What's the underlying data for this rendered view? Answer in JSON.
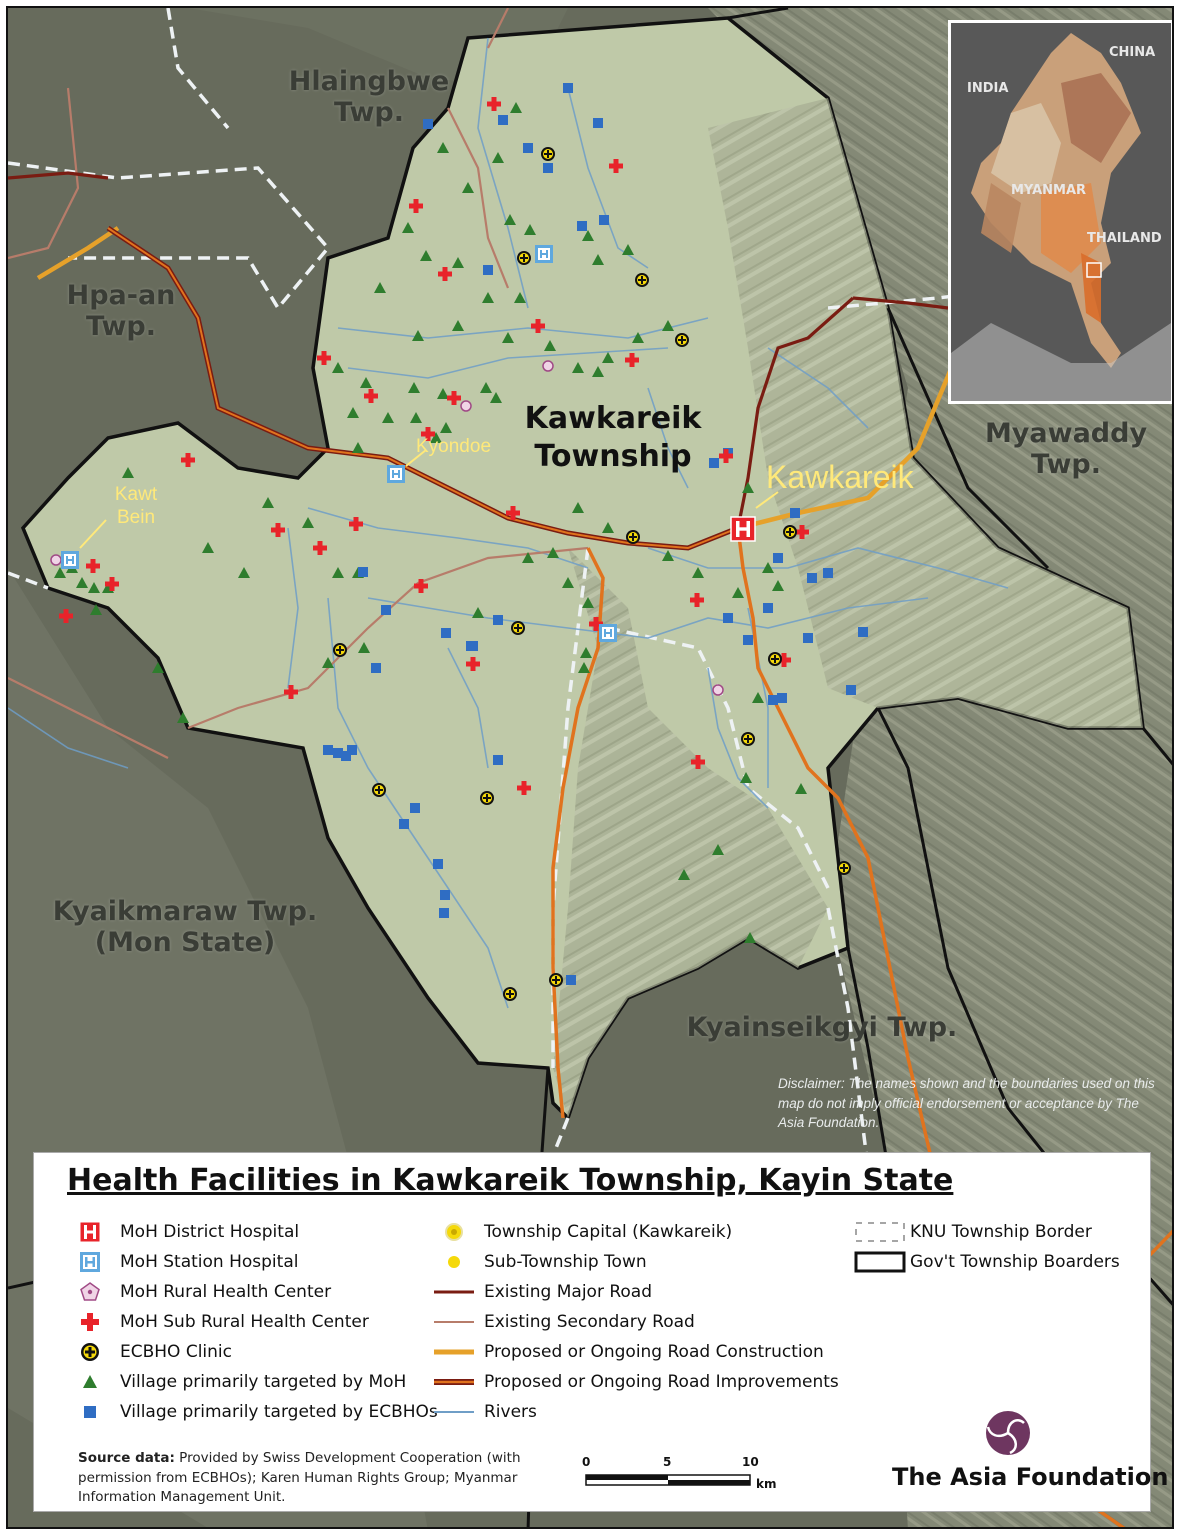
{
  "map": {
    "township_labels": [
      {
        "id": "hlaingbwe",
        "text": "Hlaingbwe\nTwp."
      },
      {
        "id": "hpa_an",
        "text": "Hpa-an\nTwp."
      },
      {
        "id": "myawaddy",
        "text": "Myawaddy\nTwp."
      },
      {
        "id": "kyaikmaraw",
        "text": "Kyaikmaraw Twp.\n(Mon State)"
      },
      {
        "id": "kyainseikgyi",
        "text": "Kyainseikgyi Twp."
      }
    ],
    "main_label": "Kawkareik\nTownship",
    "places": {
      "kyondoe": "Kyondoe",
      "kawt_bein": "Kawt\nBein",
      "kawkareik": "Kawkareik"
    },
    "disclaimer": "Disclaimer: The names shown and the boundaries used on this map do not imply official endorsement or acceptance by The Asia Foundation."
  },
  "inset": {
    "labels": {
      "china": "CHINA",
      "india": "INDIA",
      "myanmar": "MYANMAR",
      "thailand": "THAILAND"
    }
  },
  "legend": {
    "title": "Health Facilities in Kawkareik Township, Kayin State",
    "col1": [
      {
        "key": "district_hospital",
        "label": "MoH District Hospital"
      },
      {
        "key": "station_hospital",
        "label": "MoH Station Hospital"
      },
      {
        "key": "rural_health_center",
        "label": "MoH Rural Health Center"
      },
      {
        "key": "sub_rural_health_center",
        "label": "MoH Sub Rural Health Center"
      },
      {
        "key": "ecbho_clinic",
        "label": "ECBHO Clinic"
      },
      {
        "key": "village_moh",
        "label": "Village primarily targeted by MoH"
      },
      {
        "key": "village_ecbho",
        "label": "Village primarily targeted by ECBHOs"
      }
    ],
    "col2": [
      {
        "key": "township_capital",
        "label": "Township Capital (Kawkareik)"
      },
      {
        "key": "sub_township_town",
        "label": "Sub-Township Town"
      },
      {
        "key": "major_road",
        "label": "Existing Major Road"
      },
      {
        "key": "secondary_road",
        "label": "Existing Secondary Road"
      },
      {
        "key": "road_construction",
        "label": "Proposed or Ongoing Road Construction"
      },
      {
        "key": "road_improvements",
        "label": "Proposed  or Ongoing Road Improvements"
      },
      {
        "key": "rivers",
        "label": "Rivers"
      }
    ],
    "col3": [
      {
        "key": "knu_border",
        "label": "KNU Township Border"
      },
      {
        "key": "gov_border",
        "label": "Gov't Township Boarders"
      }
    ],
    "source_bold": "Source data:",
    "source_text": " Provided by Swiss Development Cooperation (with permission from ECBHOs); Karen Human Rights Group; Myanmar Information Management Unit.",
    "scale": {
      "ticks": [
        "0",
        "5",
        "10"
      ],
      "unit": "km"
    },
    "organization": "The Asia Foundation"
  },
  "colors": {
    "township_fill": "#bfc9a8",
    "outside_fill": "#676b5c",
    "major_road": "#7a1c12",
    "secondary_road": "#b77c6a",
    "construction": "#e6a12a",
    "improvements": "#e0731e",
    "river": "#6f9ec7",
    "moh_red": "#e8232a",
    "station_blue": "#5fa8de",
    "village_green": "#2f7d2e",
    "village_blue": "#2f6dc3",
    "ecbho_yellow": "#f5d90a",
    "org_purple": "#6e3660"
  }
}
